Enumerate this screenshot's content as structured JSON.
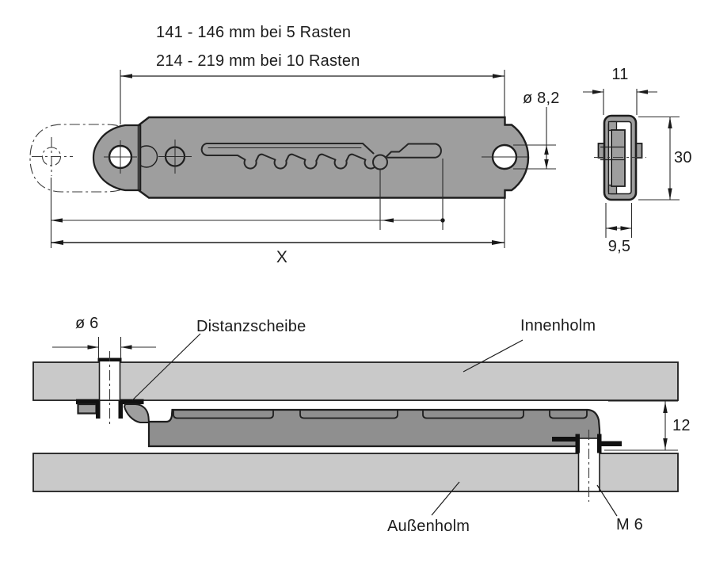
{
  "top_view": {
    "dim_5_detents": "141 - 146 mm bei 5 Rasten",
    "dim_10_detents": "214 - 219 mm bei 10 Rasten",
    "hole_diameter": "ø 8,2",
    "length_label": "X"
  },
  "section_view": {
    "width_top": "11",
    "height": "30",
    "width_bottom": "9,5"
  },
  "assembly_view": {
    "bolt_diameter": "ø 6",
    "spacer": "Distanzscheibe",
    "inner_rail": "Innenholm",
    "outer_rail": "Außenholm",
    "thread": "M 6",
    "gap": "12"
  },
  "colors": {
    "part_gray": "#9e9e9e",
    "slider_gray": "#8f8f8f",
    "rail_gray": "#c9c9c9",
    "white": "#ffffff",
    "line": "#1e1e1e"
  }
}
